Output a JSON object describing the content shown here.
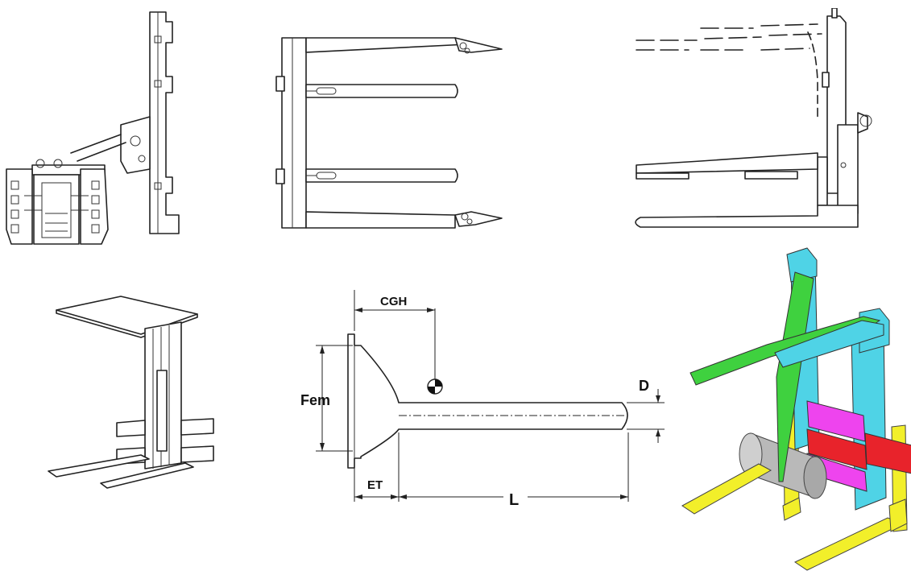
{
  "dimension_labels": {
    "cgh": "CGH",
    "fem": "Fem",
    "d": "D",
    "et": "ET",
    "l": "L"
  },
  "colors": {
    "line": "#222222",
    "cyan_arm": "#4fd3e6",
    "green_arm": "#3fd13f",
    "yellow_fork": "#f2ef2a",
    "magenta_plate": "#ee44ee",
    "red_plate": "#e8232b",
    "grey_roll": "#b9b9b9"
  }
}
